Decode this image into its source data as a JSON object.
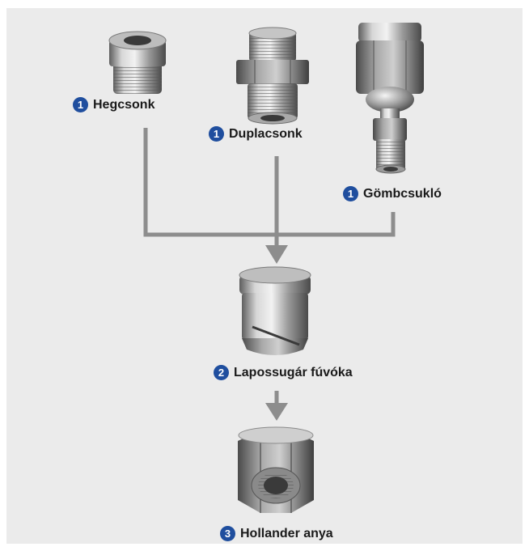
{
  "colors": {
    "badge": "#1f4e9e",
    "connector": "#8d8d8d",
    "panel": "#ebebeb"
  },
  "parts": {
    "hegcsonk": {
      "number": "1",
      "label": "Hegcsonk"
    },
    "duplacsonk": {
      "number": "1",
      "label": "Duplacsonk"
    },
    "gombcsuklo": {
      "number": "1",
      "label": "Gömbcsukló"
    },
    "fuvoka": {
      "number": "2",
      "label": "Lapossugár fúvóka"
    },
    "hollander": {
      "number": "3",
      "label": "Hollander anya"
    }
  }
}
